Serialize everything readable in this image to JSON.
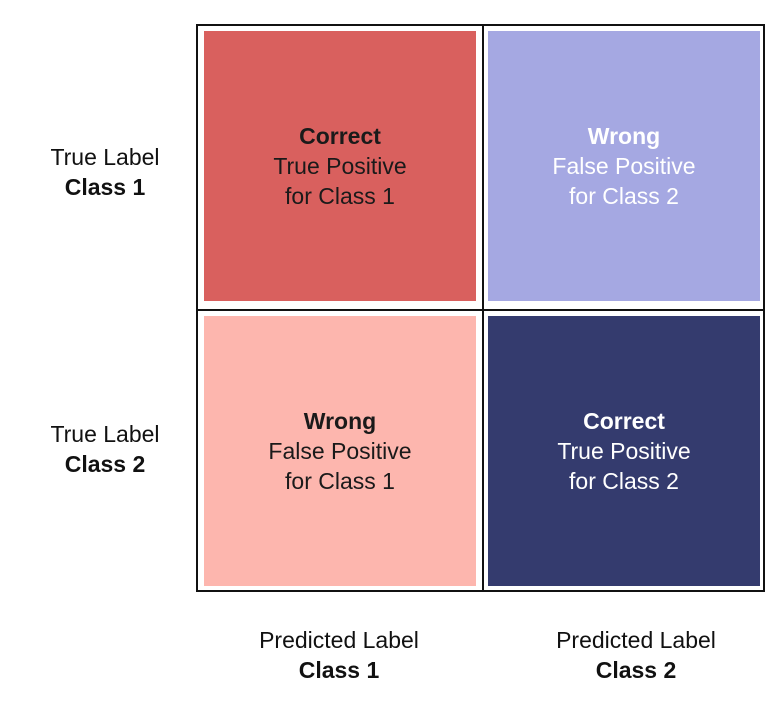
{
  "rows": [
    {
      "title": "True Label",
      "class": "Class 1"
    },
    {
      "title": "True Label",
      "class": "Class 2"
    }
  ],
  "columns": [
    {
      "title": "Predicted Label",
      "class": "Class 1"
    },
    {
      "title": "Predicted Label",
      "class": "Class 2"
    }
  ],
  "cells": {
    "r1c1": {
      "verdict": "Correct",
      "line1": "True Positive",
      "line2": "for Class 1",
      "bg": "#d9605e",
      "fg": "#1a1a1a"
    },
    "r1c2": {
      "verdict": "Wrong",
      "line1": "False Positive",
      "line2": "for Class 2",
      "bg": "#a5a8e2",
      "fg": "#ffffff"
    },
    "r2c1": {
      "verdict": "Wrong",
      "line1": "False Positive",
      "line2": "for Class 1",
      "bg": "#fdb6ae",
      "fg": "#1a1a1a"
    },
    "r2c2": {
      "verdict": "Correct",
      "line1": "True Positive",
      "line2": "for Class 2",
      "bg": "#343b6e",
      "fg": "#ffffff"
    }
  },
  "colors": {
    "border": "#111111",
    "text": "#111111"
  }
}
